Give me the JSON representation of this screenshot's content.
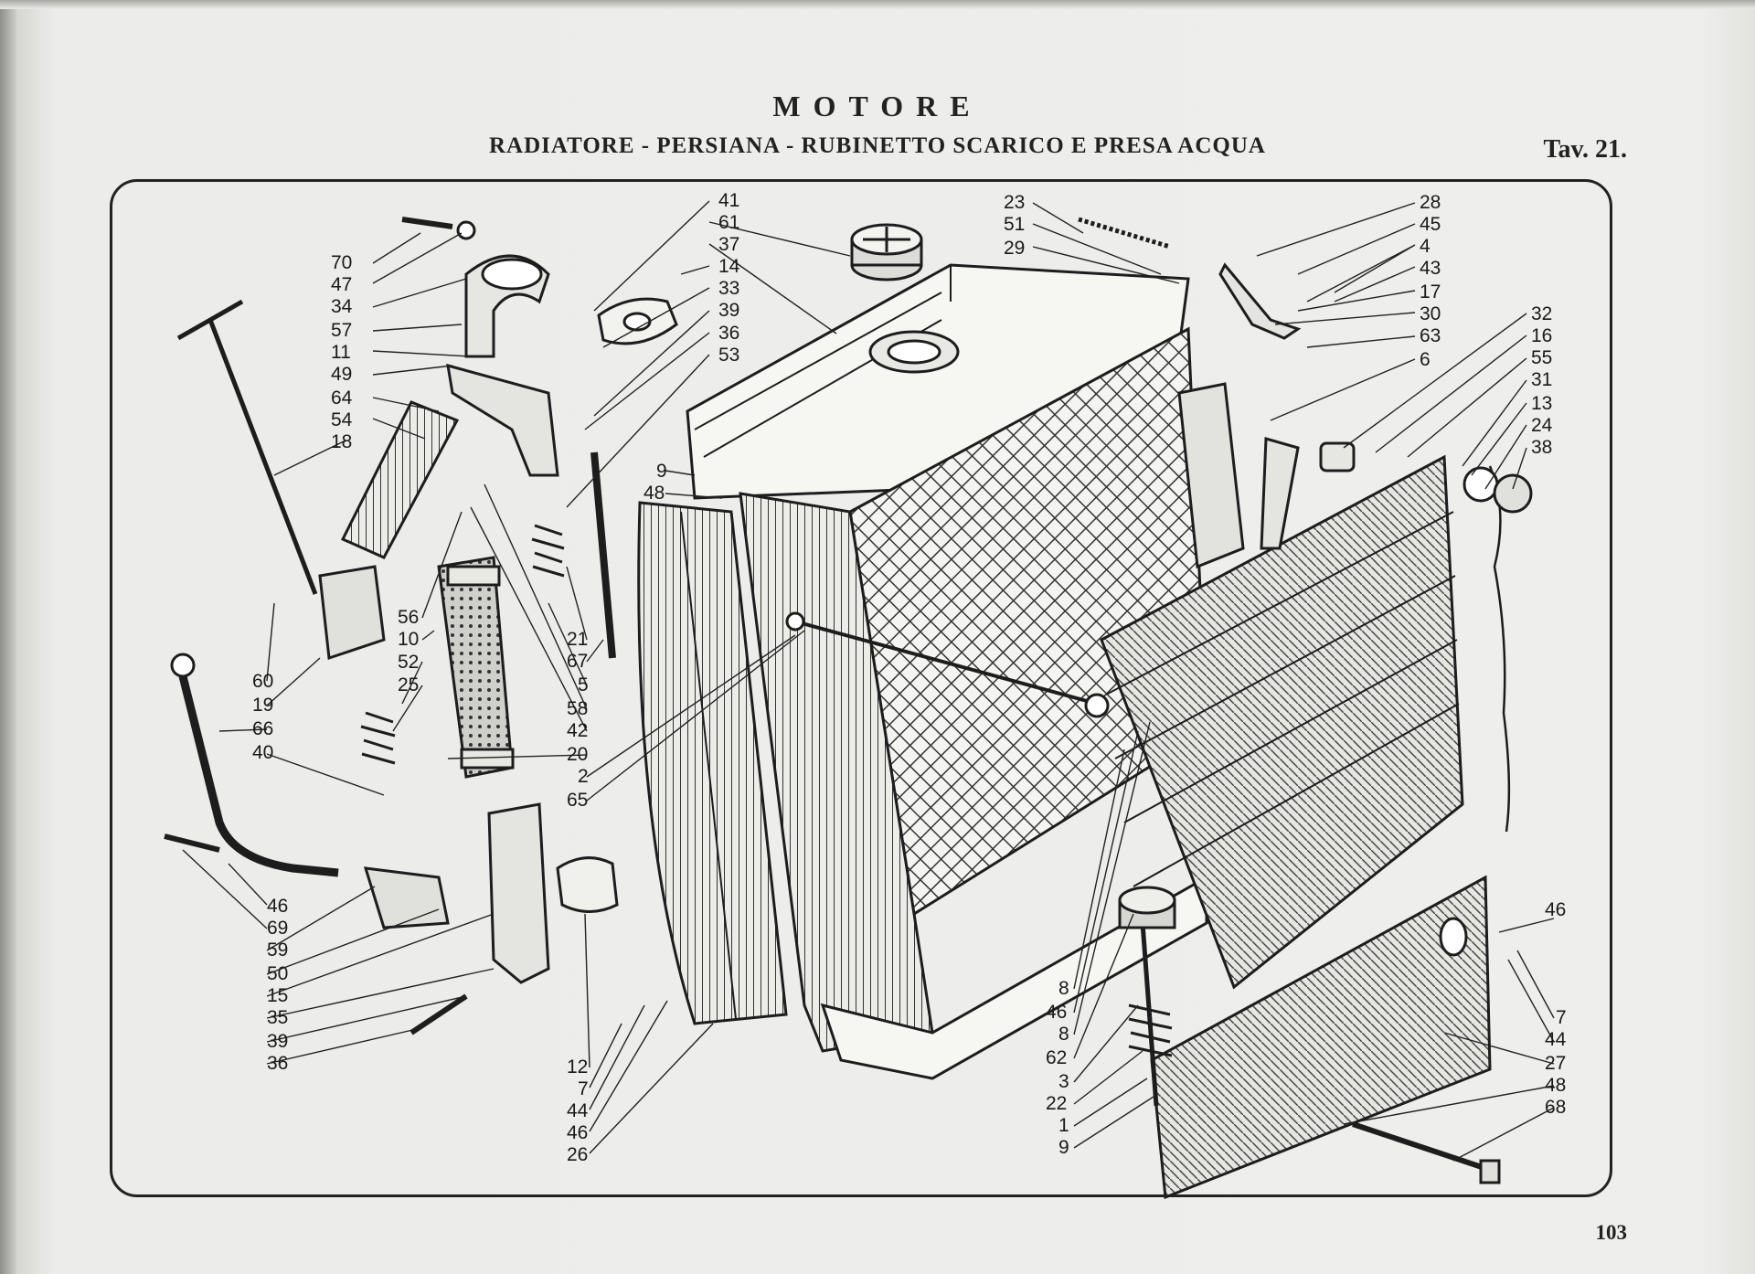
{
  "header": {
    "title": "MOTORE",
    "subtitle": "RADIATORE - PERSIANA - RUBINETTO SCARICO E PRESA ACQUA",
    "table_ref": "Tav. 21."
  },
  "footer": {
    "page_number": "103"
  },
  "callouts": {
    "c41": "41",
    "c61": "61",
    "c37": "37",
    "c14": "14",
    "c33": "33",
    "c39a": "39",
    "c36a": "36",
    "c53": "53",
    "c70": "70",
    "c47": "47",
    "c34": "34",
    "c57": "57",
    "c11": "11",
    "c49": "49",
    "c64": "64",
    "c54": "54",
    "c18": "18",
    "c23": "23",
    "c51": "51",
    "c29": "29",
    "c28": "28",
    "c45": "45",
    "c4": "4",
    "c43": "43",
    "c17": "17",
    "c30": "30",
    "c63": "63",
    "c6": "6",
    "c32": "32",
    "c16": "16",
    "c55": "55",
    "c31": "31",
    "c13": "13",
    "c24": "24",
    "c38": "38",
    "c9a": "9",
    "c48a": "48",
    "c56": "56",
    "c10": "10",
    "c52": "52",
    "c25": "25",
    "c60": "60",
    "c19": "19",
    "c66": "66",
    "c40": "40",
    "c21": "21",
    "c67": "67",
    "c5": "5",
    "c58": "58",
    "c42": "42",
    "c20": "20",
    "c2": "2",
    "c65": "65",
    "c46a": "46",
    "c69": "69",
    "c59": "59",
    "c50": "50",
    "c15": "15",
    "c35": "35",
    "c39b": "39",
    "c36b": "36",
    "c12": "12",
    "c7a": "7",
    "c44a": "44",
    "c46b": "46",
    "c26": "26",
    "c8a": "8",
    "c46c": "46",
    "c8b": "8",
    "c62": "62",
    "c3": "3",
    "c22": "22",
    "c1": "1",
    "c9b": "9",
    "c46d": "46",
    "c7b": "7",
    "c44b": "44",
    "c27": "27",
    "c48b": "48",
    "c68": "68"
  }
}
